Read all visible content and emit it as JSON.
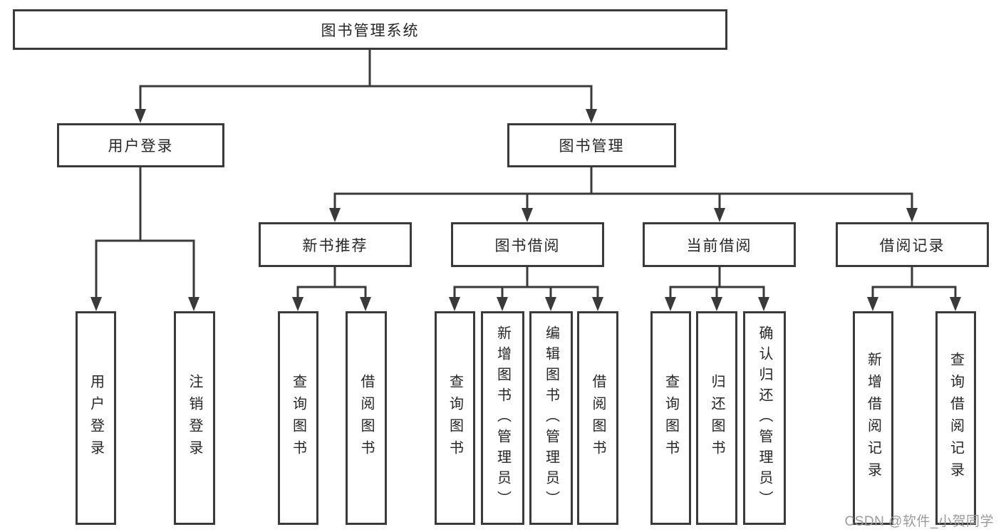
{
  "tree": {
    "root": {
      "label": "图书管理系统",
      "children": [
        {
          "label": "用户登录",
          "children": [
            {
              "label": "用户登录"
            },
            {
              "label": "注销登录"
            }
          ]
        },
        {
          "label": "图书管理",
          "children": [
            {
              "label": "新书推荐",
              "children": [
                {
                  "label": "查询图书"
                },
                {
                  "label": "借阅图书"
                }
              ]
            },
            {
              "label": "图书借阅",
              "children": [
                {
                  "label": "查询图书"
                },
                {
                  "label": "新增图书（管理员）"
                },
                {
                  "label": "编辑图书（管理员）"
                },
                {
                  "label": "借阅图书"
                }
              ]
            },
            {
              "label": "当前借阅",
              "children": [
                {
                  "label": "查询图书"
                },
                {
                  "label": "归还图书"
                },
                {
                  "label": "确认归还（管理员）"
                }
              ]
            },
            {
              "label": "借阅记录",
              "children": [
                {
                  "label": "新增借阅记录"
                },
                {
                  "label": "查询借阅记录"
                }
              ]
            }
          ]
        }
      ]
    }
  },
  "watermark": {
    "text": "CSDN @软件_小贺同学"
  },
  "colors": {
    "line": "#3a3a3a",
    "text": "#262626",
    "wm": "#9b9b9b",
    "bg": "#ffffff"
  }
}
